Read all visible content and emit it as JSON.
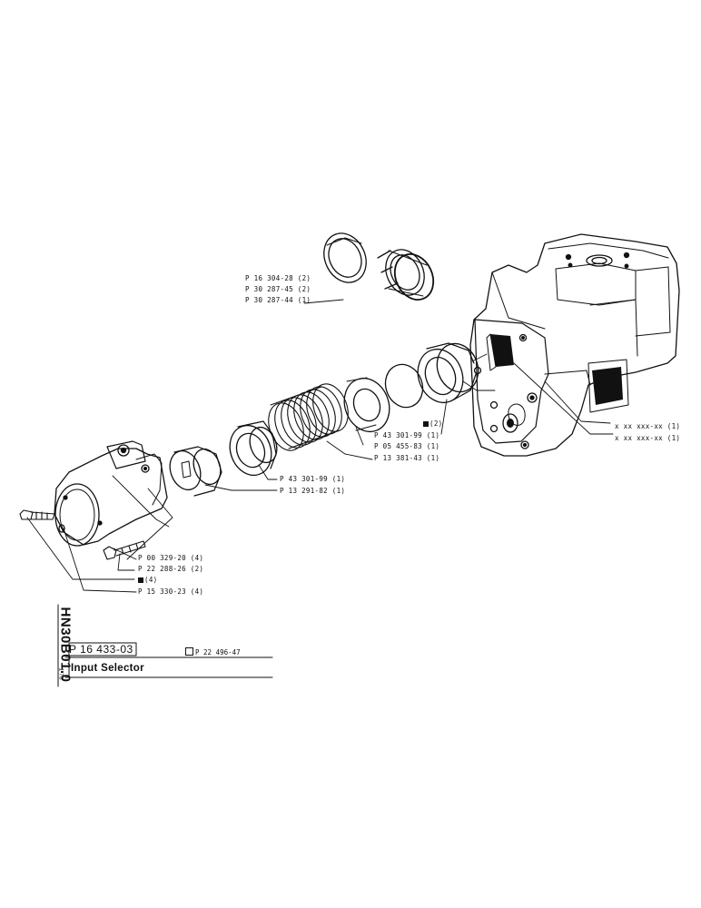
{
  "sheet": {
    "code": "HN30B01.0",
    "date": "1-76",
    "part_number": "P 16 433-03",
    "ref_number": "P 22 496-47",
    "title": "Input Selector"
  },
  "callouts": {
    "upper_seal_1": "P 16 304-28 (2)",
    "upper_seal_2": "P 30 287-45 (2)",
    "upper_seal_3": "P 30 287-44 (1)",
    "body_ref_1": "x xx xxx-xx (1)",
    "body_ref_2": "x xx xxx-xx (1)",
    "seal_marker": "(2)",
    "ring_43301": "P 43 301-99 (1)",
    "ring_05455": "P 05 455-83 (1)",
    "spring_13381": "P 13 381-43 (1)",
    "sleeve_43301": "P 43 301-99 (1)",
    "spool_13291": "P 13 291-82 (1)",
    "washer_00329": "P 00 329-20 (4)",
    "screw_22288": "P 22 288-26 (2)",
    "marker_4": "(4)",
    "bolt_15330": "P 15 330-23 (4)"
  }
}
